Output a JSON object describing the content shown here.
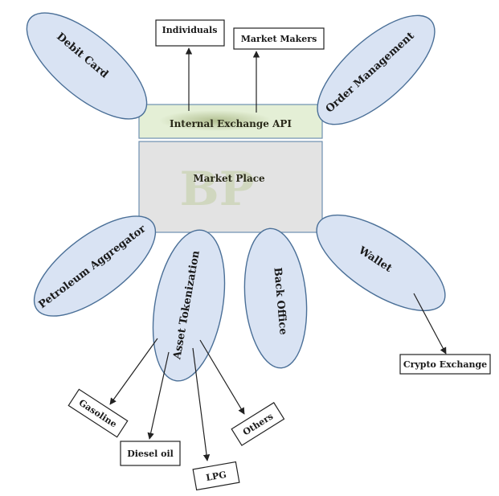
{
  "diagram": {
    "center": {
      "api_label": "Internal Exchange API",
      "marketplace_label": "Market Place",
      "watermark": "BP"
    },
    "top_outputs": [
      {
        "label": "Individuals"
      },
      {
        "label": "Market Makers"
      }
    ],
    "modules": [
      {
        "label": "Debit Card"
      },
      {
        "label": "Order Management"
      },
      {
        "label": "Petroleum Aggregator"
      },
      {
        "label": "Asset Tokenization"
      },
      {
        "label": "Back Office"
      },
      {
        "label": "Wallet"
      }
    ],
    "wallet_outputs": [
      {
        "label": "Crypto Exchange"
      }
    ],
    "asset_outputs": [
      {
        "label": "Gasoline"
      },
      {
        "label": "Diesel oil"
      },
      {
        "label": "LPG"
      },
      {
        "label": "Others"
      }
    ],
    "colors": {
      "ellipse_fill": "#d9e3f3",
      "ellipse_stroke": "#4a6f97",
      "api_fill": "#e4efd6",
      "marketplace_fill": "#e3e3e3"
    }
  }
}
